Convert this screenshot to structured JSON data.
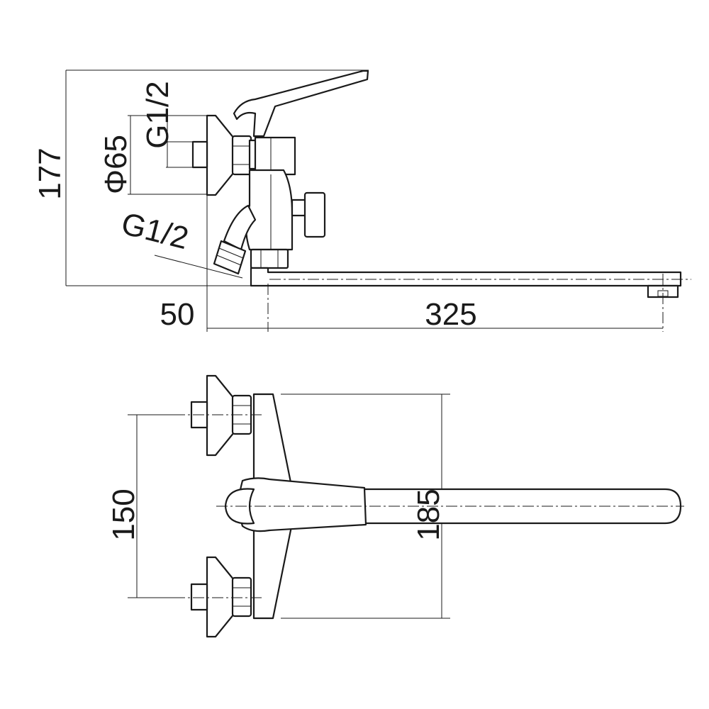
{
  "dimensions": {
    "height_total": "177",
    "flange_diameter": "Φ65",
    "inlet_thread_top": "G1/2",
    "inlet_thread_bottom": "G1/2",
    "wall_offset": "50",
    "spout_reach": "325",
    "inlet_spacing": "150",
    "body_width": "185"
  },
  "colors": {
    "line": "#1a1a1a",
    "background": "#ffffff"
  }
}
